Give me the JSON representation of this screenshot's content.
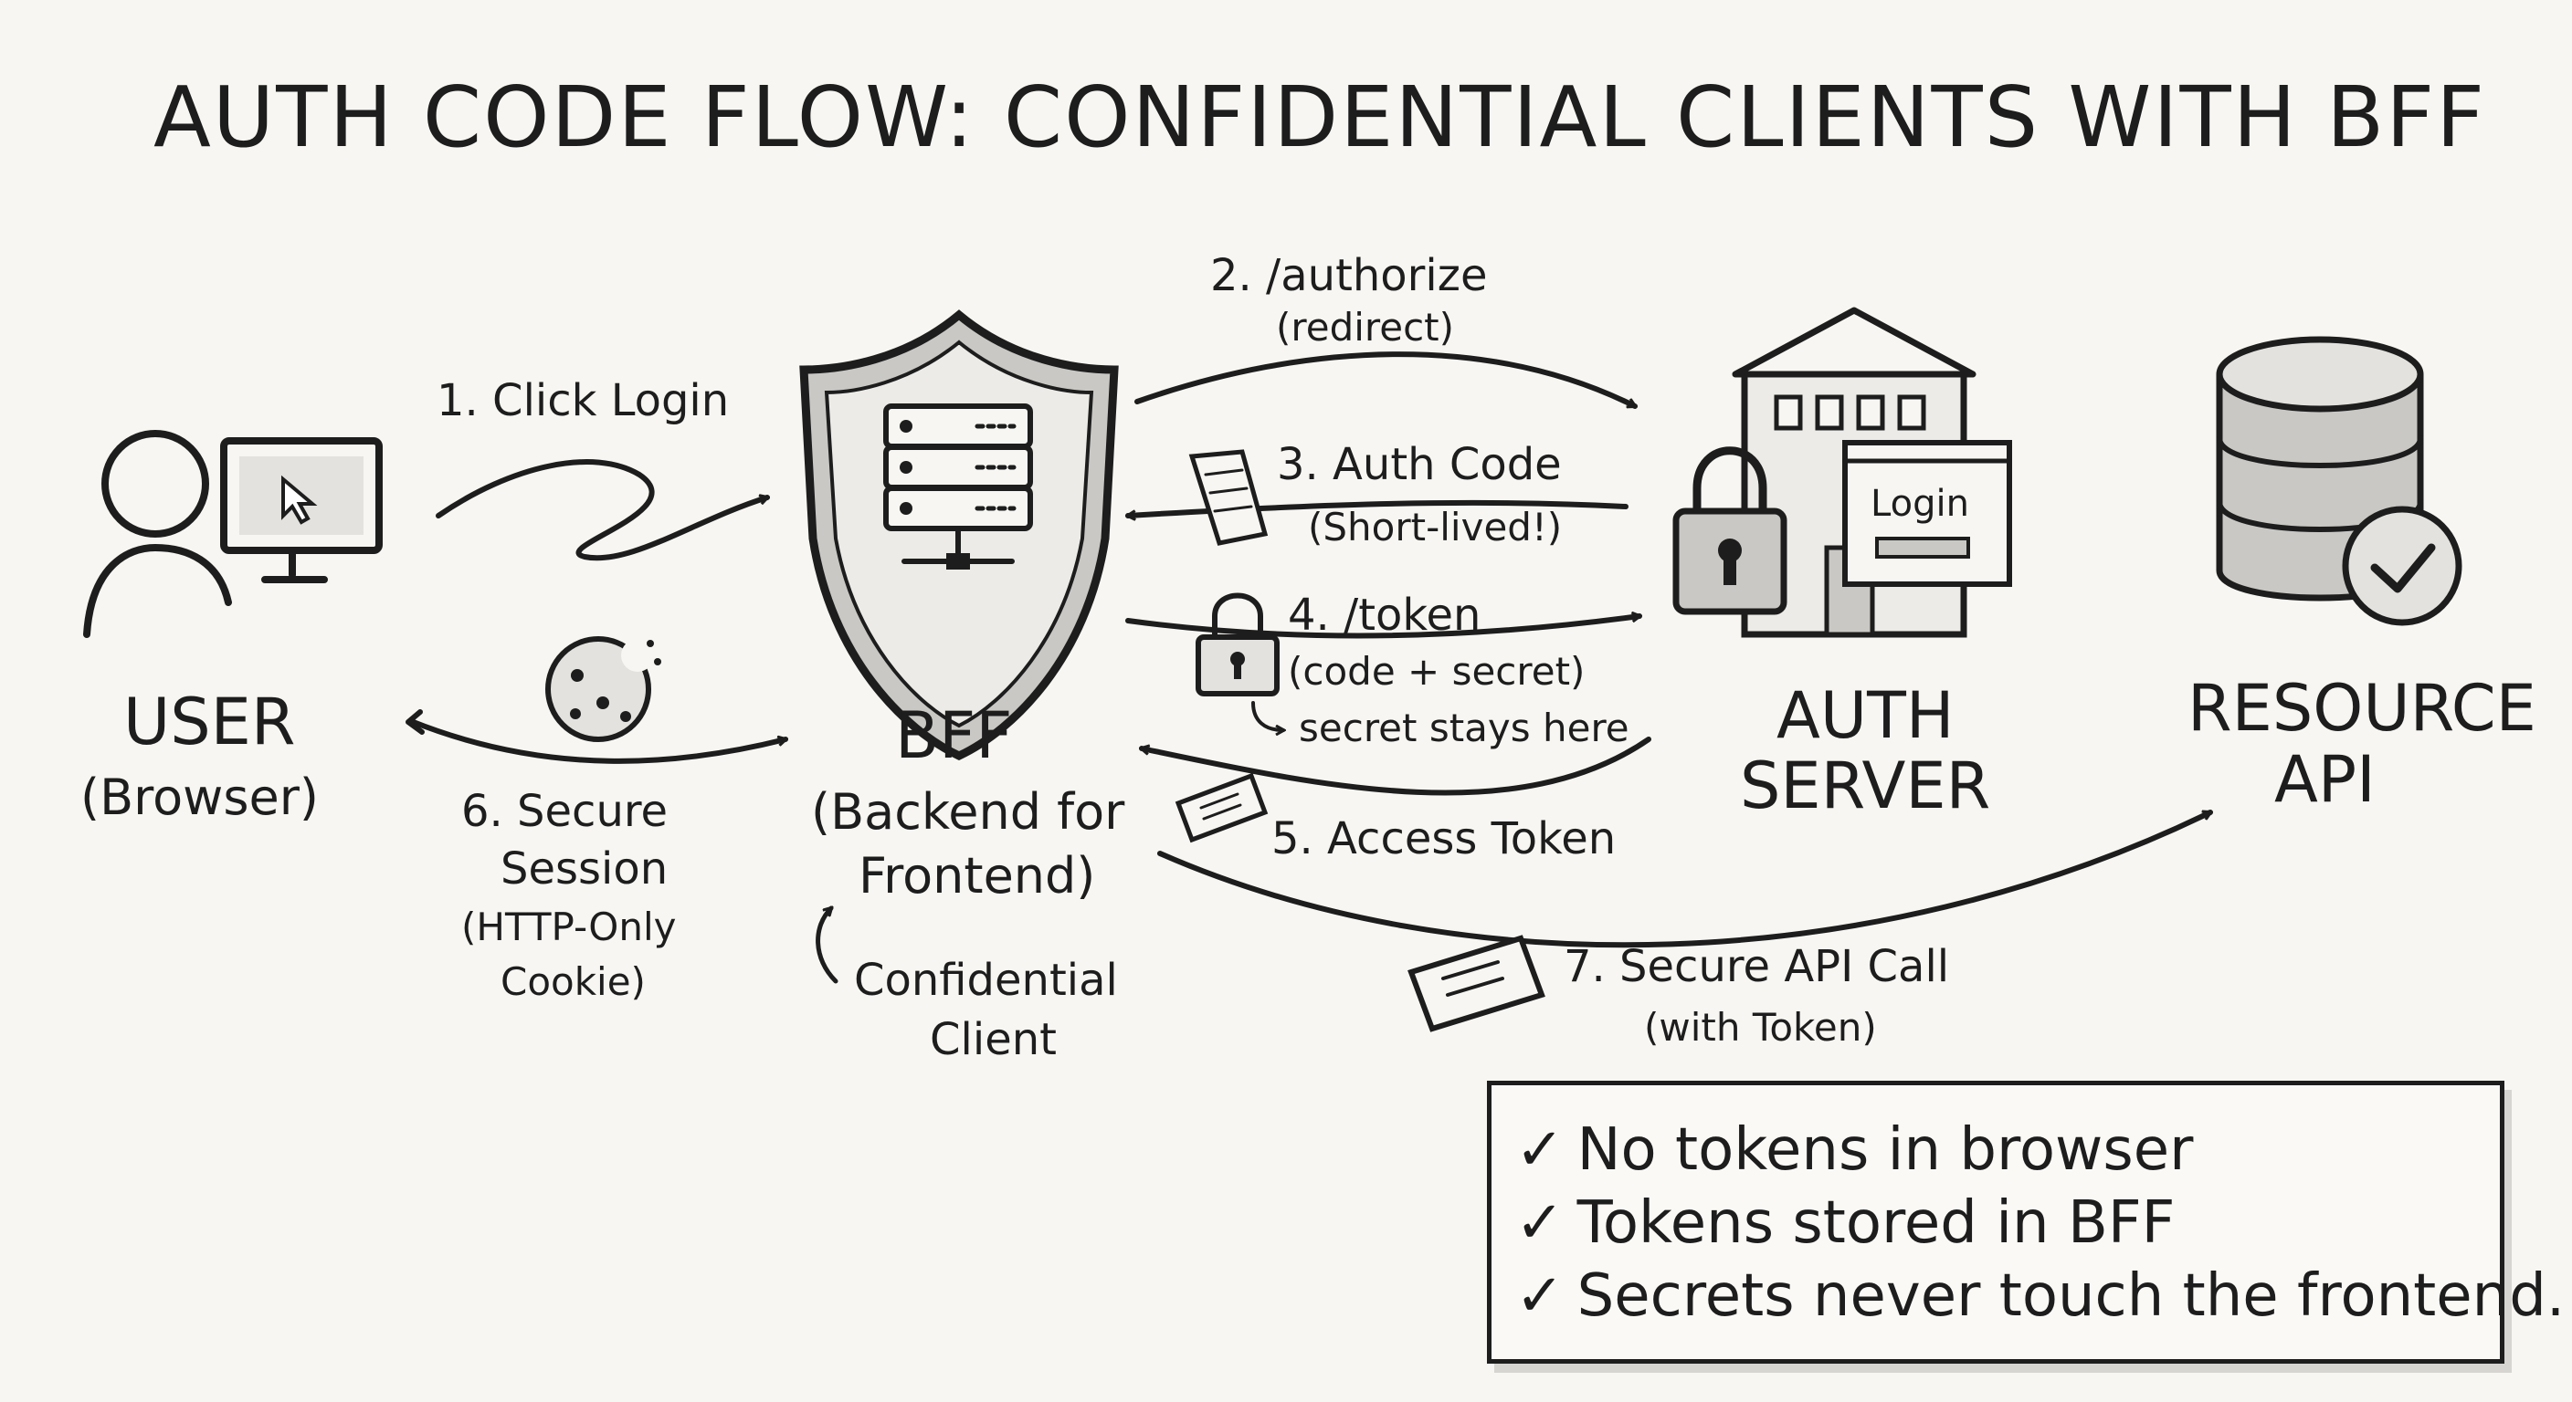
{
  "title": "AUTH CODE FLOW: CONFIDENTIAL CLIENTS WITH BFF",
  "actors": {
    "user": {
      "name": "USER",
      "sub": "(Browser)",
      "icon": "user-with-monitor-icon"
    },
    "bff": {
      "name": "BFF",
      "sub1": "(Backend for",
      "sub2": "Frontend)",
      "note1": "Confidential",
      "note2": "Client",
      "icon": "shield-server-icon"
    },
    "auth_server": {
      "name1": "AUTH",
      "name2": "SERVER",
      "icon": "building-lock-icon",
      "login_label": "Login"
    },
    "resource_api": {
      "name1": "RESOURCE",
      "name2": "API",
      "icon": "database-check-icon"
    }
  },
  "steps": {
    "s1": {
      "label": "1. Click Login"
    },
    "s2": {
      "label": "2. /authorize",
      "sub": "(redirect)"
    },
    "s3": {
      "label": "3. Auth Code",
      "sub": "(Short-lived!)",
      "icon": "scroll-icon"
    },
    "s4": {
      "label": "4. /token",
      "sub": "(code + secret)",
      "note": "secret stays here",
      "icon": "padlock-icon"
    },
    "s5": {
      "label": "5. Access Token",
      "icon": "ticket-icon"
    },
    "s6": {
      "label1": "6. Secure",
      "label2": "Session",
      "sub1": "(HTTP-Only",
      "sub2": "Cookie)",
      "icon": "cookie-icon"
    },
    "s7": {
      "label": "7. Secure API Call",
      "sub": "(with Token)",
      "icon": "ticket-icon"
    }
  },
  "benefits": {
    "check_glyph": "✓",
    "items": [
      "No tokens in browser",
      "Tokens stored in BFF",
      "Secrets never touch the frontend."
    ]
  }
}
